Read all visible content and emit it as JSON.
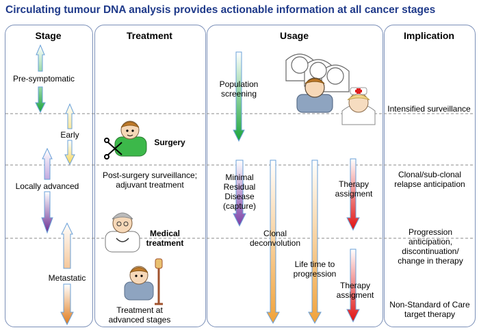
{
  "title": "Circulating tumour DNA analysis provides actionable information at all cancer stages",
  "columns": {
    "stage": "Stage",
    "treatment": "Treatment",
    "usage": "Usage",
    "implication": "Implication"
  },
  "stages": {
    "pre": "Pre-symptomatic",
    "early": "Early",
    "local": "Locally advanced",
    "meta": "Metastatic"
  },
  "treatment": {
    "surgery": "Surgery",
    "post_surgery": "Post-surgery surveillance; adjuvant treatment",
    "medical": "Medical treatment",
    "advanced": "Treatment at advanced stages"
  },
  "usage": {
    "screening": "Population screening",
    "mrd": "Minimal Residual Disease (capture)",
    "clonal": "Clonal deconvolution",
    "lifetime": "Life time to progression",
    "therapy1": "Therapy assigment",
    "therapy2": "Therapy assigment"
  },
  "implication": {
    "i1": "Intensified surveillance",
    "i2": "Clonal/sub-clonal relapse anticipation",
    "i3": "Progression anticipation, discontinuation/ change in therapy",
    "i4": "Non-Standard of Care target therapy"
  },
  "icons": [
    "people-group-icon",
    "nurse-icon",
    "surgeon-icon",
    "doctor-icon",
    "patient-iv-icon"
  ]
}
